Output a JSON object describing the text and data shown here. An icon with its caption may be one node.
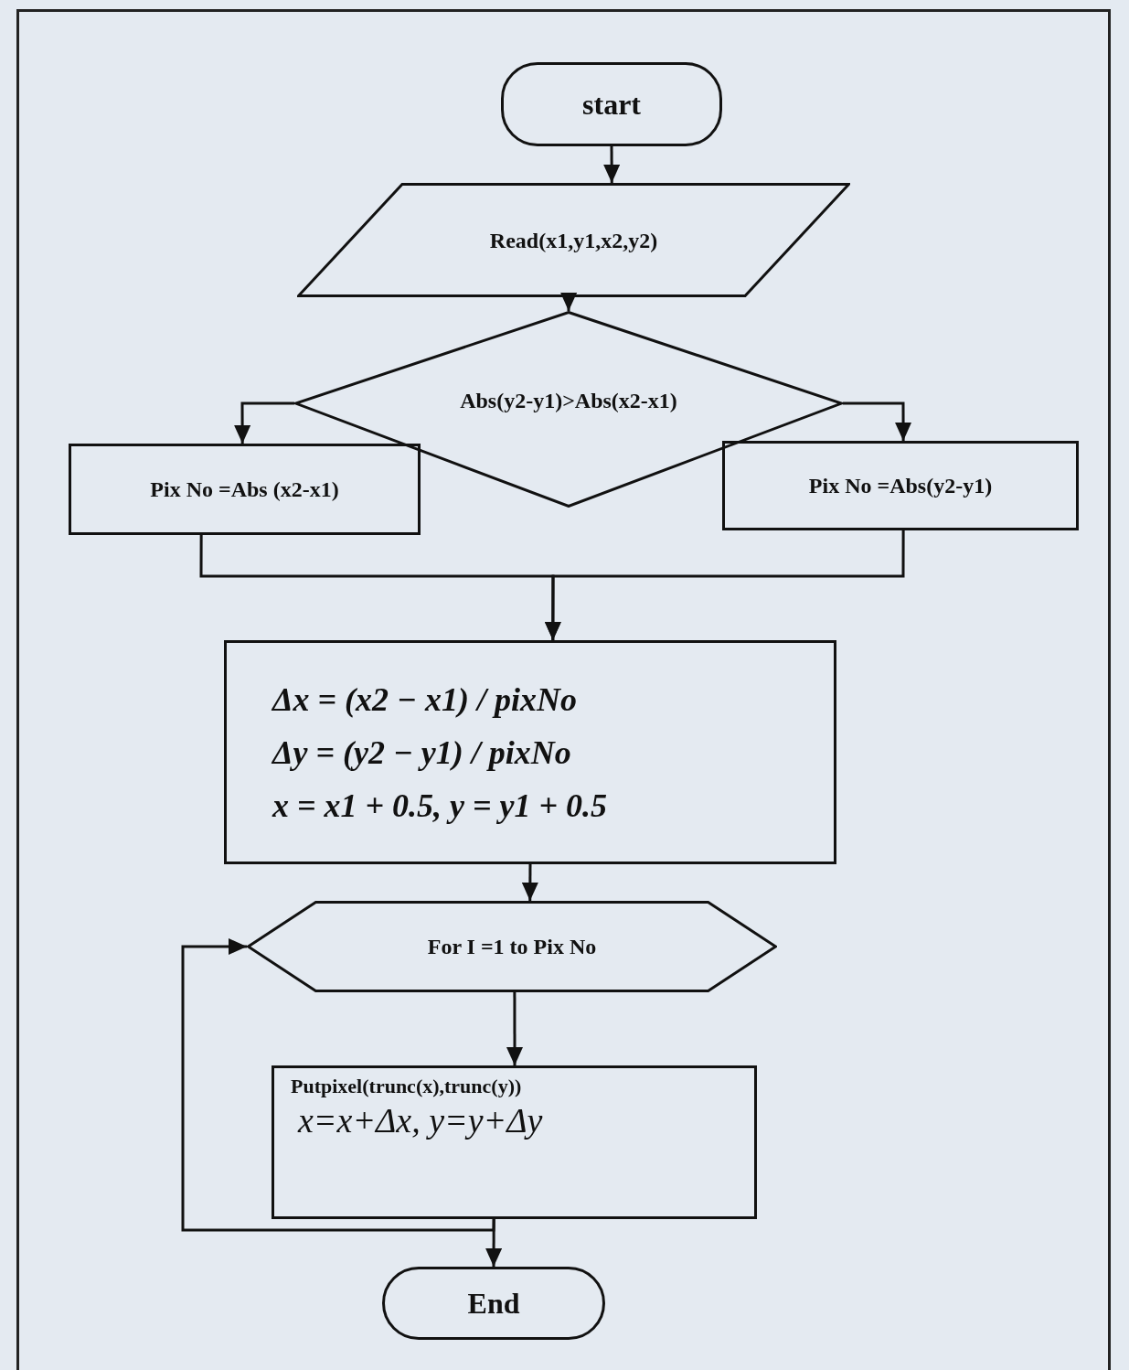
{
  "diagram": {
    "nodes": [
      {
        "text": [
          "start"
        ]
      },
      {
        "text": [
          "Read(x1,y1,x2,y2)"
        ]
      },
      {
        "text": [
          "Abs(y2-y1)>Abs(x2-x1)"
        ]
      },
      {
        "text": [
          "Pix No =Abs (x2-x1)"
        ]
      },
      {
        "text": [
          "Pix No =Abs(y2-y1)"
        ]
      },
      {
        "text": [
          "Δx = (x2 − x1) / pixNo",
          "Δy = (y2 − y1) / pixNo",
          "x = x1 + 0.5, y = y1 + 0.5"
        ]
      },
      {
        "text": [
          "For I =1 to Pix No"
        ]
      },
      {
        "text": [
          "Putpixel(trunc(x),trunc(y))",
          "x=x+Δx, y=y+Δy"
        ]
      },
      {
        "text": [
          "End"
        ]
      }
    ],
    "edges": [
      {
        "from": 0,
        "to": 1,
        "arrow": "to"
      },
      {
        "from": 1,
        "to": 2,
        "arrow": "to"
      },
      {
        "from": 2,
        "to": 3,
        "arrow": "to"
      },
      {
        "from": 2,
        "to": 4,
        "arrow": "to"
      },
      {
        "from": 3,
        "to": 5,
        "arrow": "to"
      },
      {
        "from": 4,
        "to": 5,
        "arrow": "to"
      },
      {
        "from": 5,
        "to": 6,
        "arrow": "to"
      },
      {
        "from": 6,
        "to": 7,
        "arrow": "to"
      },
      {
        "from": 7,
        "to": 8,
        "arrow": "to"
      },
      {
        "from": 7,
        "to": 6,
        "arrow": "to"
      }
    ]
  }
}
